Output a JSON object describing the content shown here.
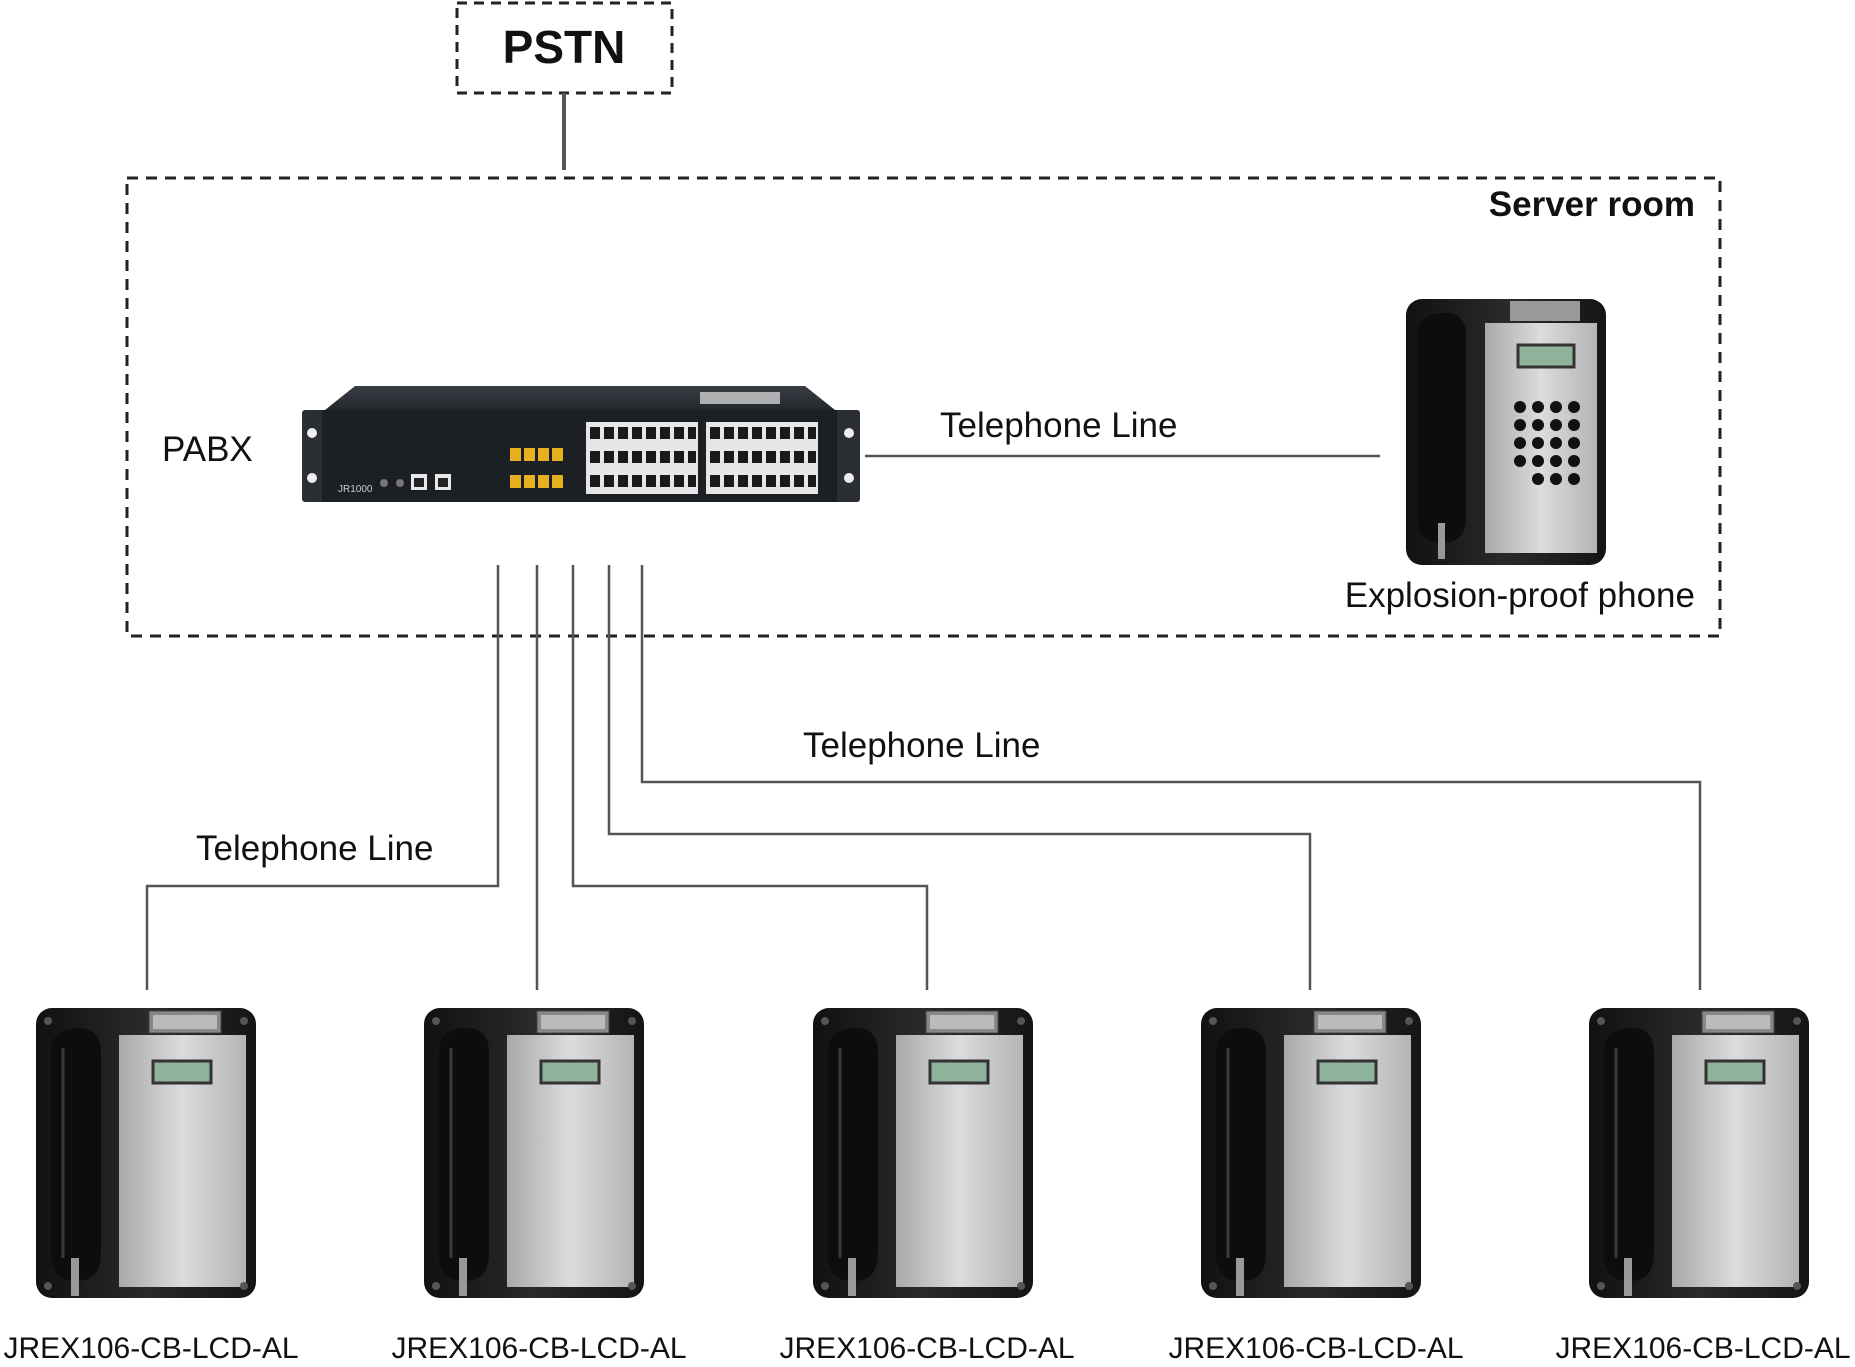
{
  "diagram": {
    "pstn_label": "PSTN",
    "server_room_label": "Server room",
    "pabx_label": "PABX",
    "pabx_model": "JR1000",
    "phone_label": "Explosion-proof phone",
    "line_label_right": "Telephone Line",
    "line_label_mid": "Telephone Line",
    "line_label_left": "Telephone Line",
    "terminals": [
      {
        "model": "JREX106-CB-LCD-AL"
      },
      {
        "model": "JREX106-CB-LCD-AL"
      },
      {
        "model": "JREX106-CB-LCD-AL"
      },
      {
        "model": "JREX106-CB-LCD-AL"
      },
      {
        "model": "JREX106-CB-LCD-AL"
      }
    ],
    "colors": {
      "line": "#555555",
      "dash": "#222222",
      "pabx_body": "#1c1f24",
      "port_yellow": "#e8b020",
      "phone_body": "#1e1e1e",
      "panel": "#c8c8c8",
      "lcd": "#8fb39a"
    }
  }
}
